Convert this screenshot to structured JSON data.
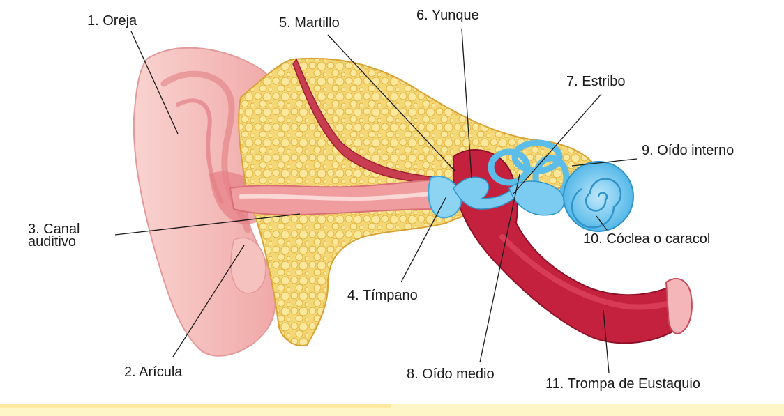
{
  "labels": {
    "oreja": "1. Oreja",
    "aricula": "2. Arícula",
    "canal_line1": "3. Canal",
    "canal_line2": "auditivo",
    "timpano": "4. Tímpano",
    "martillo": "5. Martillo",
    "yunque": "6. Yunque",
    "estribo": "7. Estribo",
    "oido_medio": "8. Oído medio",
    "oido_interno": "9. Oído interno",
    "coclea": "10. Cóclea o caracol",
    "trompa": "11. Trompa de Eustaquio"
  },
  "colors": {
    "skin": "#f3b9b7",
    "skin_dark": "#e58e90",
    "fat": "#f2d472",
    "fat_dark": "#e0b03f",
    "muscle": "#c4213f",
    "inner_ear": "#6ec6ee",
    "bottom_band": "#fff3b0"
  }
}
